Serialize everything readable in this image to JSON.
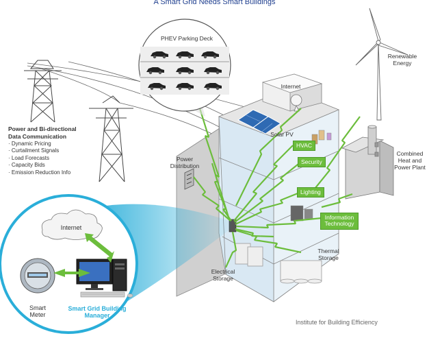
{
  "title": "A Smart Grid Needs Smart Buildings",
  "labels": {
    "phev": "PHEV Parking Deck",
    "internet_top": "Internet",
    "renewable": "Renewable Energy",
    "combined": "Combined Heat and Power Plant",
    "solar": "Solar PV",
    "power_dist": "Power Distribution",
    "electrical": "Electrical Storage",
    "thermal": "Thermal Storage",
    "internet_circle": "Internet",
    "smart_meter": "Smart Meter",
    "smart_grid_mgr": "Smart Grid Building Manager"
  },
  "tags": {
    "hvac": "HVAC",
    "security": "Security",
    "lighting": "Lighting",
    "it": "Information Technology"
  },
  "power_info": {
    "heading": "Power and Bi-directional Data Communication",
    "items": [
      "Dynamic Pricing",
      "Curtailment Signals",
      "Load Forecasts",
      "Capacity Bids",
      "Emission Reduction Info"
    ]
  },
  "credit": "Institute for Building Efficiency",
  "colors": {
    "title": "#1f3f8f",
    "green": "#6cbd3c",
    "cyan": "#2aaed9",
    "glass": "#d8ebf5",
    "grey": "#c9c9c9"
  }
}
